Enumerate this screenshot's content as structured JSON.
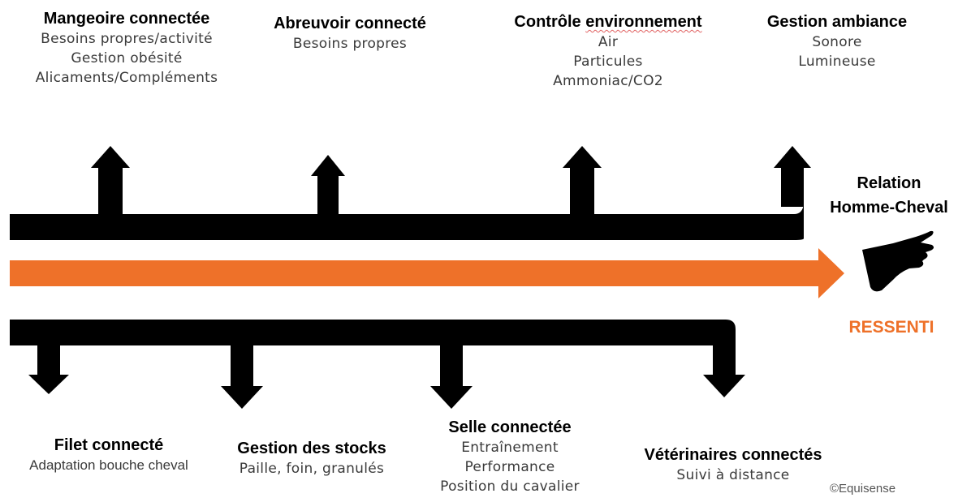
{
  "colors": {
    "accent": "#ee7129",
    "ink": "#000000",
    "subtext": "#3a3a3a"
  },
  "top_items": [
    {
      "title": "Mangeoire connectée",
      "lines": [
        "Besoins propres/activité",
        "Gestion obésité",
        "Alicaments/Compléments"
      ]
    },
    {
      "title": "Abreuvoir connecté",
      "lines": [
        "Besoins propres"
      ]
    },
    {
      "title": "Contrôle environnement",
      "lines": [
        "Air",
        "Particules",
        "Ammoniac/CO2"
      ]
    },
    {
      "title": "Gestion ambiance",
      "lines": [
        "Sonore",
        "Lumineuse"
      ]
    }
  ],
  "bottom_items": [
    {
      "title": "Filet connecté",
      "lines": [
        "Adaptation bouche cheval"
      ]
    },
    {
      "title": "Gestion des stocks",
      "lines": [
        "Paille, foin, granulés"
      ]
    },
    {
      "title": "Selle connectée",
      "lines": [
        "Entraînement",
        "Performance",
        "Position du cavalier"
      ]
    },
    {
      "title": "Vétérinaires connectés",
      "lines": [
        "Suivi à distance"
      ]
    }
  ],
  "relation": {
    "line1": "Relation",
    "line2": "Homme-Cheval"
  },
  "center_label": "RESSENTI",
  "copyright": "©Equisense",
  "icons": {
    "hand": "pointing-hand-icon"
  }
}
